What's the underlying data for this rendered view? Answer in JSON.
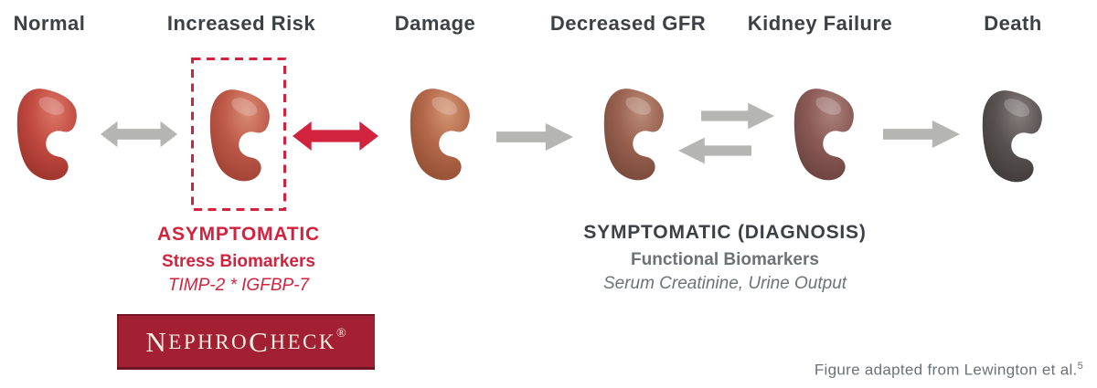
{
  "palette": {
    "red": "#d2233e",
    "arrowgray": "#b5b5b3",
    "labeldark": "#3d4044",
    "graytext": "#6d7277",
    "logobg": "#a32034",
    "logotext": "#f6f0e2"
  },
  "stages": [
    {
      "label": "Normal",
      "kidney": {
        "light": "#da7767",
        "base": "#c24a41",
        "dark": "#8e2b24"
      }
    },
    {
      "label": "Increased Risk",
      "kidney": {
        "light": "#da8c74",
        "base": "#bd5a49",
        "dark": "#95392c"
      },
      "highlighted": true
    },
    {
      "label": "Damage",
      "kidney": {
        "light": "#d29673",
        "base": "#b4684a",
        "dark": "#87462c"
      }
    },
    {
      "label": "Decreased GFR",
      "kidney": {
        "light": "#b98c77",
        "base": "#99614f",
        "dark": "#6b4034"
      }
    },
    {
      "label": "Kidney Failure",
      "kidney": {
        "light": "#aa817b",
        "base": "#8b5a56",
        "dark": "#5e3a37"
      }
    },
    {
      "label": "Death",
      "kidney": {
        "light": "#857e7c",
        "base": "#595252",
        "dark": "#363131"
      }
    }
  ],
  "asymptomatic": {
    "title": "ASYMPTOMATIC",
    "line1": "Stress Biomarkers",
    "line2": "TIMP-2 * IGFBP-7"
  },
  "symptomatic": {
    "title": "SYMPTOMATIC (DIAGNOSIS)",
    "line1": "Functional Biomarkers",
    "line2": "Serum Creatinine, Urine Output"
  },
  "logo": {
    "cap1": "N",
    "rest1": "EPHRO",
    "cap2": "C",
    "rest2": "HECK",
    "reg": "®"
  },
  "footnote": {
    "text": "Figure adapted from Lewington et al.",
    "superscript": "5"
  }
}
